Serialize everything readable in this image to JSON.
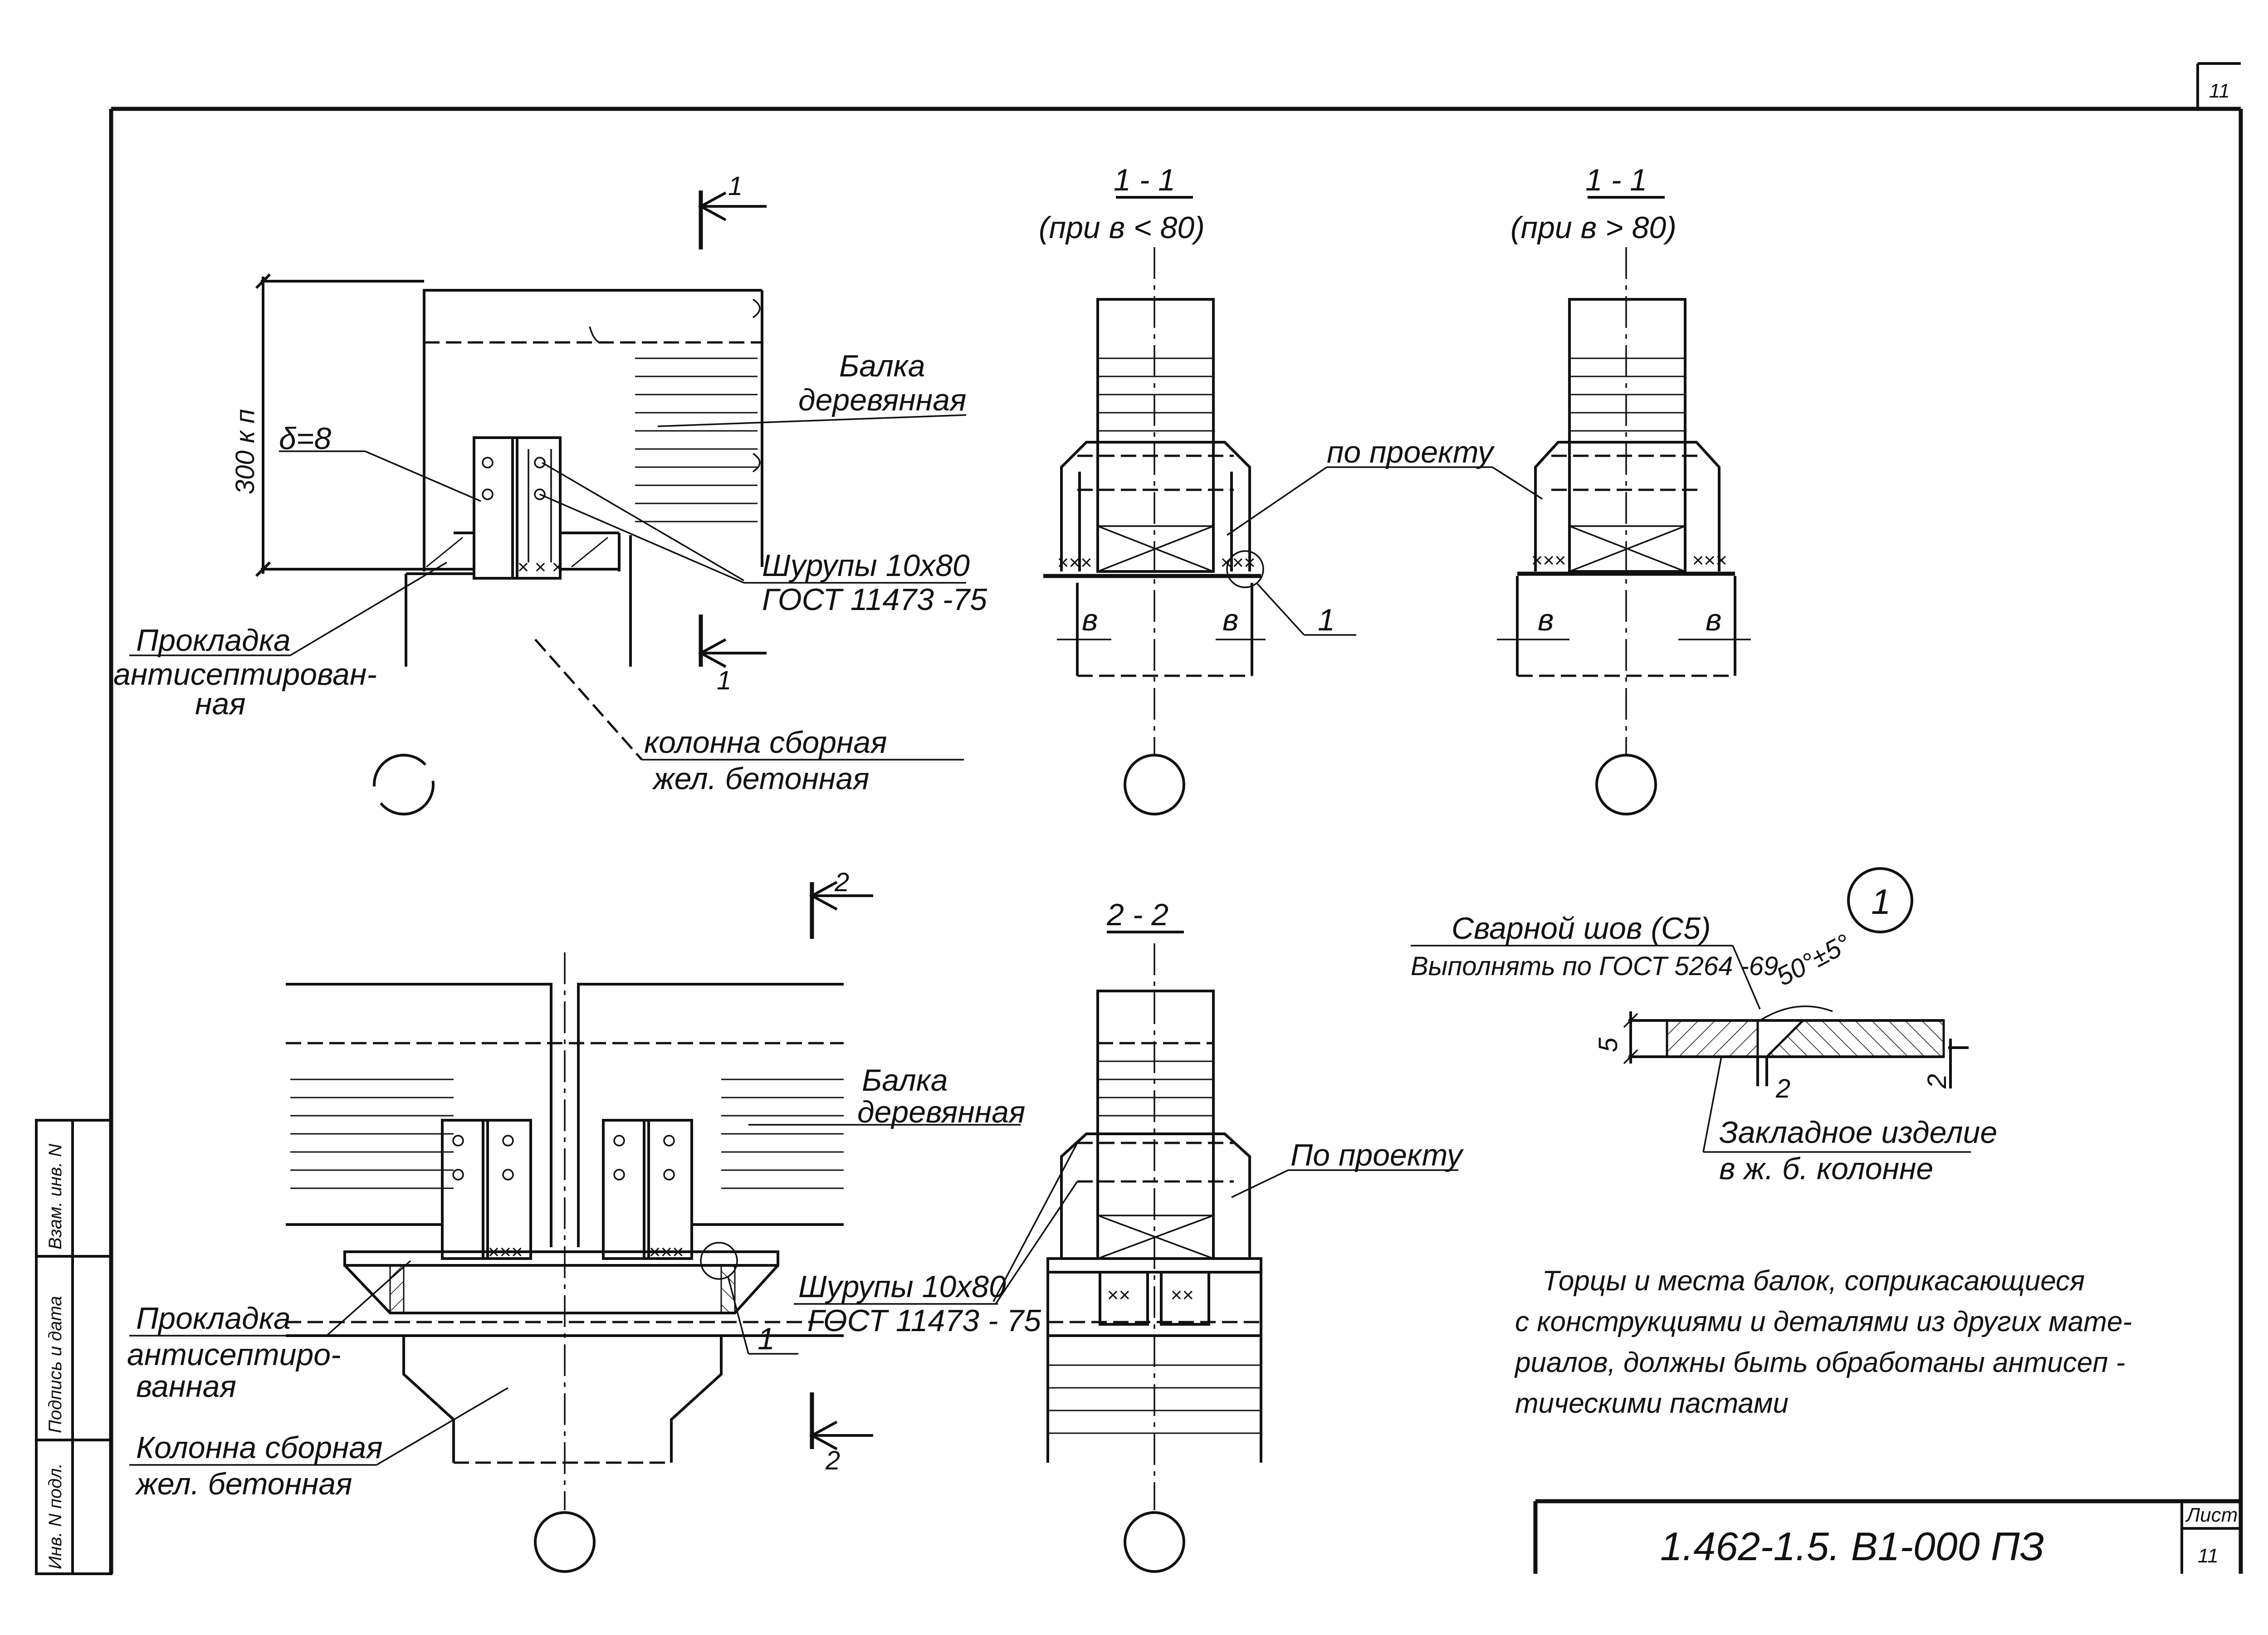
{
  "sections": {
    "s11a_title": "1 - 1",
    "s11a_cond": "(при  в < 80)",
    "s11b_title": "1 - 1",
    "s11b_cond": "(при  в > 80)",
    "s22_title": "2 - 2"
  },
  "cut_marks": {
    "cut1": "1",
    "cut2": "2"
  },
  "top_plan": {
    "dim_300": "300 к п",
    "delta": "δ=8",
    "beam_1": "Балка",
    "beam_2": "деревянная",
    "screws_1": "Шурупы 10х80",
    "screws_2": "ГОСТ 11473 -75",
    "pad_1": "Прокладка",
    "pad_2": "антисептирован-",
    "pad_3": "ная",
    "column_1": "колонна  сборная",
    "column_2": "жел. бетонная"
  },
  "section11a": {
    "dim_b": "в",
    "detail_ref": "1"
  },
  "section11b": {
    "dim_b": "в"
  },
  "common": {
    "by_project": "по проекту"
  },
  "bottom_plan": {
    "beam_1": "Балка",
    "beam_2": "деревянная",
    "pad_1": "Прокладка",
    "pad_2": "антисептиро-",
    "pad_3": "ванная",
    "column_1": "Колонна сборная",
    "column_2": "жел. бетонная",
    "detail_ref": "1"
  },
  "section22": {
    "by_project": "По проекту",
    "screws_1": "Шурупы 10х80",
    "screws_2": "ГОСТ 11473 - 75"
  },
  "detail1": {
    "node": "1",
    "weld_1": "Сварной шов (С5)",
    "weld_2": "Выполнять по ГОСТ 5264 -69",
    "angle": "50°±5°",
    "dim_5": "5",
    "dim_2a": "2",
    "dim_2b": "2",
    "embed_1": "Закладное изделие",
    "embed_2": "в ж. б. колонне"
  },
  "note": {
    "line1": "Торцы и места балок, соприкасающиеся",
    "line2": "с конструкциями и деталями из других мате-",
    "line3": "риалов, должны быть обработаны антисеп -",
    "line4": "тическими пастами"
  },
  "stamp": {
    "code": "1.462-1.5. В1-000 ПЗ",
    "sheet_label": "Лист",
    "sheet_num": "11",
    "corner_num": "11"
  },
  "side_strip": {
    "c1": "Инв. N подл.",
    "c2": "Подпись и дата",
    "c3": "Взам. инв. N"
  }
}
